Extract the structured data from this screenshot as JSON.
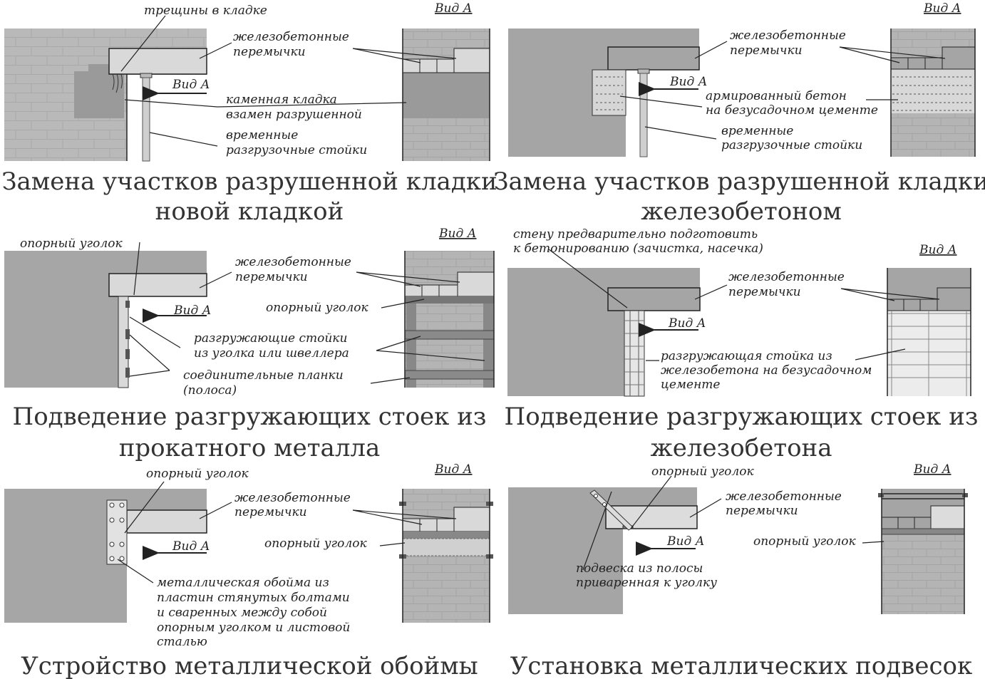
{
  "panels": [
    {
      "caption": [
        "Замена участков разрушенной кладки",
        "новой кладкой"
      ],
      "view_title": "Вид А",
      "arrow_label": "Вид А",
      "labels": [
        "трещины в кладке",
        "железобетонные",
        "перемычки",
        "каменная кладка",
        "взамен разрушенной",
        "временные",
        "разгрузочные стойки"
      ]
    },
    {
      "caption": [
        "Замена участков разрушенной кладки",
        "железобетоном"
      ],
      "view_title": "Вид А",
      "arrow_label": "Вид А",
      "labels": [
        "железобетонные",
        "перемычки",
        "армированный бетон",
        "на безусадочном цементе",
        "временные",
        "разгрузочные стойки"
      ]
    },
    {
      "caption": [
        "Подведение разгружающих стоек из",
        "прокатного металла"
      ],
      "view_title": "Вид А",
      "arrow_label": "Вид А",
      "labels": [
        "опорный уголок",
        "железобетонные",
        "перемычки",
        "опорный уголок",
        "разгружающие стойки",
        "из уголка или швеллера",
        "соединительные планки",
        "(полоса)"
      ]
    },
    {
      "caption": [
        "Подведение разгружающих стоек из",
        "железобетона"
      ],
      "view_title": "Вид А",
      "arrow_label": "Вид А",
      "labels": [
        "стену предварительно подготовить",
        "к бетонированию (зачистка, насечка)",
        "железобетонные",
        "перемычки",
        "разгружающая стойка из",
        "железобетона на безусадочном",
        "цементе"
      ]
    },
    {
      "caption": [
        "Устройство металлической обоймы"
      ],
      "view_title": "Вид А",
      "arrow_label": "Вид А",
      "labels": [
        "опорный уголок",
        "железобетонные",
        "перемычки",
        "опорный уголок",
        "металлическая обойма из",
        "пластин стянутых болтами",
        "и сваренных между собой",
        "опорным уголком и листовой",
        "сталью"
      ]
    },
    {
      "caption": [
        "Установка металлических подвесок"
      ],
      "view_title": "Вид А",
      "arrow_label": "Вид А",
      "labels": [
        "опорный уголок",
        "железобетонные",
        "перемычки",
        "опорный уголок",
        "подвеска из полосы",
        "приваренная к уголку"
      ]
    }
  ]
}
